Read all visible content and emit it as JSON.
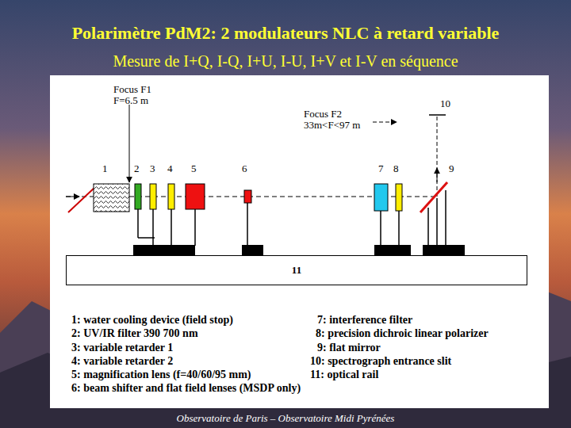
{
  "diagram": {
    "title": "Polarimètre PdM2: 2 modulateurs NLC à retard variable",
    "caption": "Observatoire de Paris – Observatoire Midi Pyrénées",
    "nodes": [
      {
        "text": [
          "11"
        ]
      }
    ],
    "labels": [
      "Mesure de I+Q, I-Q, I+U, I-U, I+V et I-V en séquence",
      "Focus F1",
      "F=6.5 m",
      "10",
      "Focus F2",
      "33m<F<97 m",
      "1",
      "2",
      "3",
      "4",
      "5",
      "6",
      "7",
      "8",
      "9",
      "1: water cooling device (field stop)",
      "2: UV/IR filter 390 700 nm",
      "3: variable retarder 1",
      "4: variable retarder 2",
      "5: magnification lens (f=40/60/95 mm)",
      "6: beam shifter and flat field lenses (MSDP only)",
      "7: interference filter",
      "8: precision dichroic linear polarizer",
      "9: flat mirror",
      "10: spectrograph entrance slit",
      "11: optical rail"
    ]
  }
}
